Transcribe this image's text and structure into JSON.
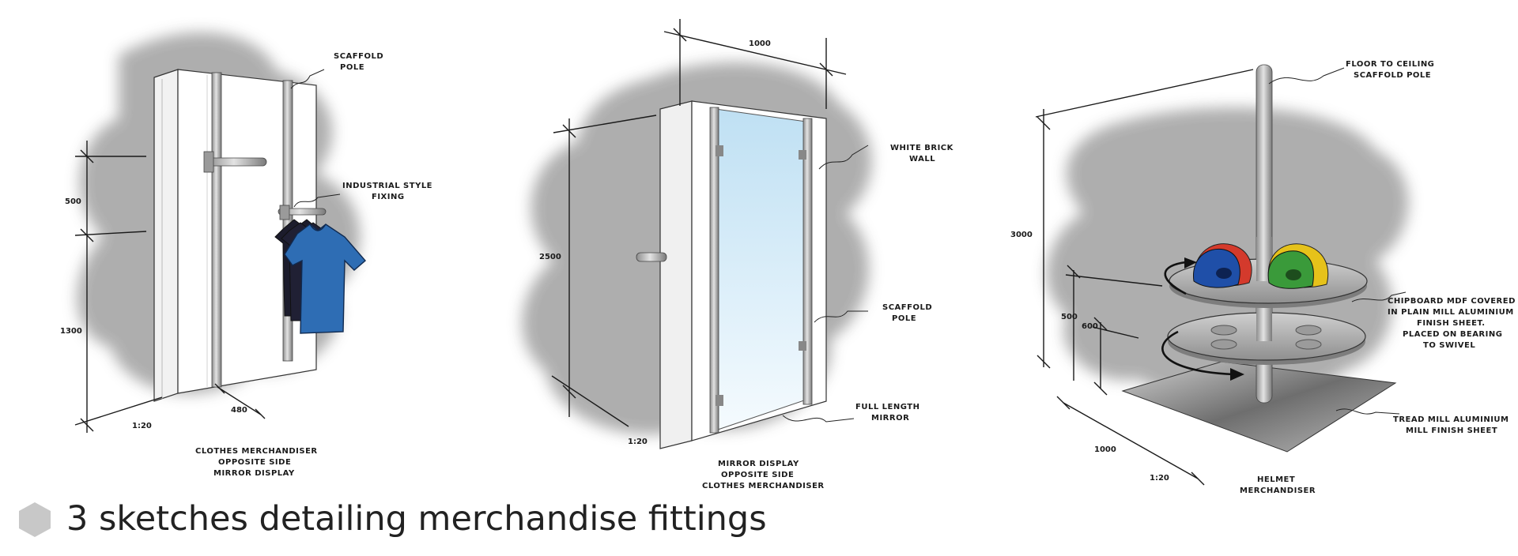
{
  "caption": {
    "icon": "hexagon-icon",
    "text": "3 sketches detailing merchandise fittings"
  },
  "sketch1": {
    "callout_scaffold": [
      "SCAFFOLD",
      "POLE"
    ],
    "callout_fixing": [
      "INDUSTRIAL STYLE",
      "FIXING"
    ],
    "dim_500": "500",
    "dim_1300": "1300",
    "dim_480": "480",
    "scale": "1:20",
    "title": [
      "CLOTHES MERCHANDISER",
      "OPPOSITE SIDE",
      "MIRROR DISPLAY"
    ]
  },
  "sketch2": {
    "dim_1000": "1000",
    "dim_2500": "2500",
    "callout_wall": [
      "WHITE BRICK",
      "WALL"
    ],
    "callout_pole": [
      "SCAFFOLD",
      "POLE"
    ],
    "callout_mirror": [
      "FULL LENGTH",
      "MIRROR"
    ],
    "scale": "1:20",
    "title": [
      "MIRROR DISPLAY",
      "OPPOSITE SIDE",
      "CLOTHES MERCHANDISER"
    ]
  },
  "sketch3": {
    "callout_pole": [
      "FLOOR TO CEILING",
      "SCAFFOLD POLE"
    ],
    "dim_3000": "3000",
    "dim_500": "500",
    "dim_600": "600",
    "callout_shelf": [
      "CHIPBOARD MDF COVERED",
      "IN PLAIN MILL ALUMINIUM",
      "FINISH SHEET.",
      "PLACED ON BEARING",
      "TO SWIVEL"
    ],
    "callout_base": [
      "TREAD MILL ALUMINIUM",
      "MILL FINISH SHEET"
    ],
    "dim_1000": "1000",
    "scale": "1:20",
    "title": [
      "HELMET",
      "MERCHANDISER"
    ]
  },
  "colors": {
    "shadow": "#a6a6a6",
    "tshirt": "#2e6db4",
    "mirror": "#d6ecf8",
    "helmet_blue": "#1f4fa8",
    "helmet_red": "#d43a2c",
    "helmet_green": "#3a9a3a",
    "helmet_yellow": "#e6c21a"
  }
}
